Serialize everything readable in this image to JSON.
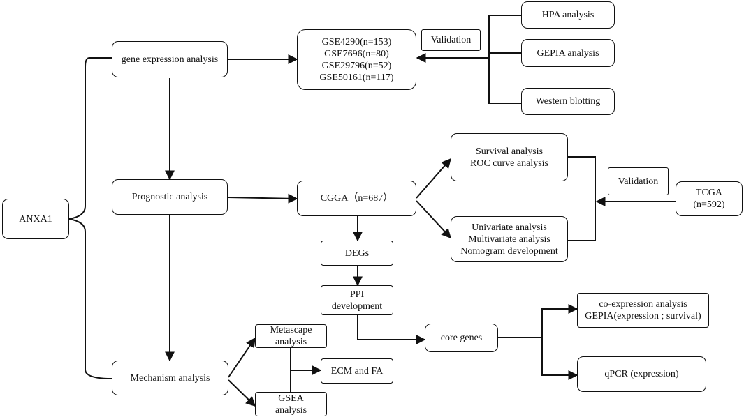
{
  "nodes": {
    "anxa1": "ANXA1",
    "gene_expression": "gene expression analysis",
    "prognostic": "Prognostic analysis",
    "mechanism": "Mechanism analysis",
    "gse_datasets": "GSE4290(n=153)\nGSE7696(n=80)\nGSE29796(n=52)\nGSE50161(n=117)",
    "validation_top": "Validation",
    "hpa": "HPA analysis",
    "gepia": "GEPIA analysis",
    "western": "Western blotting",
    "cgga": "CGGA（n=687）",
    "survival_roc": "Survival analysis\nROC curve analysis",
    "univariate": "Univariate analysis\nMultivariate analysis\nNomogram development",
    "validation_mid": "Validation",
    "tcga": "TCGA\n(n=592)",
    "degs": "DEGs",
    "ppi": "PPI\ndevelopment",
    "metascape": "Metascape\nanalysis",
    "gsea": "GSEA\nanalysis",
    "ecm_fa": "ECM and FA",
    "core_genes": "core genes",
    "coexpression": "co-expression analysis\nGEPIA(expression ; survival)",
    "qpcr": "qPCR (expression)"
  }
}
